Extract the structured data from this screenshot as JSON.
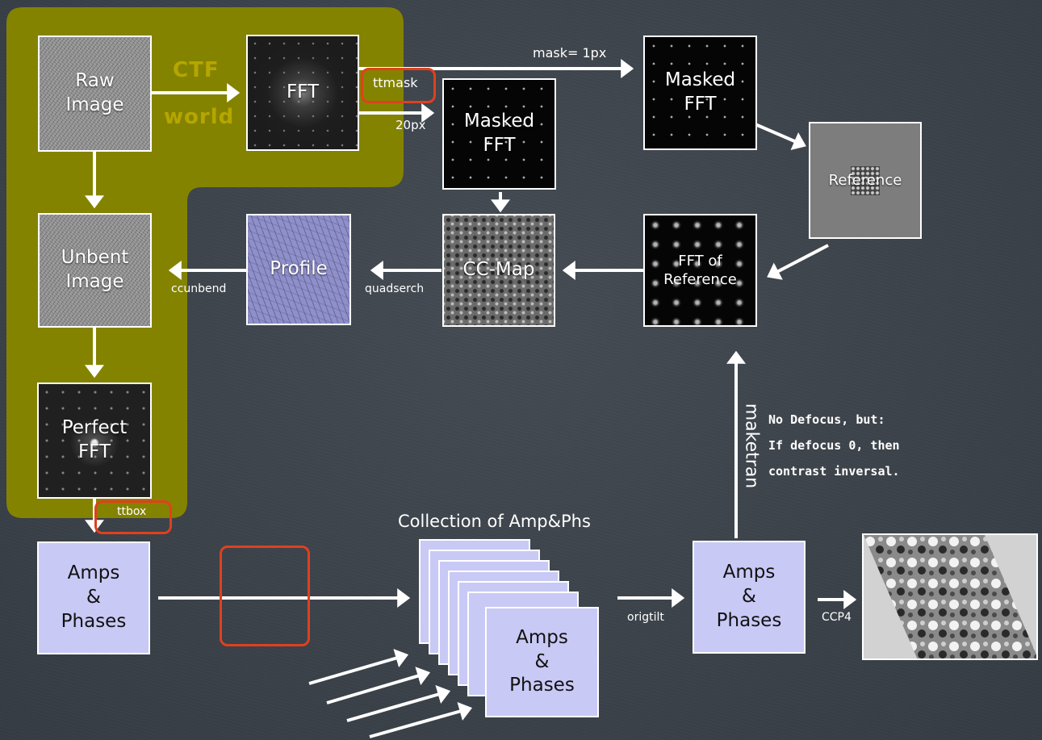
{
  "boxes": {
    "raw_image": "Raw\nImage",
    "fft": "FFT",
    "masked_fft_a": "Masked\nFFT",
    "masked_fft_b": "Masked\nFFT",
    "reference": "Reference",
    "unbent_image": "Unbent\nImage",
    "profile": "Profile",
    "cc_map": "CC-Map",
    "fft_of_reference": "FFT of\nReference",
    "perfect_fft": "Perfect\nFFT",
    "amps_phases_left": "Amps\n&\nPhases",
    "amps_phases_stack": "Amps\n&\nPhases",
    "amps_phases_right": "Amps\n&\nPhases"
  },
  "labels": {
    "ctf": "CTF",
    "world": "world",
    "ttmask": "ttmask",
    "mask_1px": "mask= 1px",
    "px20": "20px",
    "ccunbend": "ccunbend",
    "quadserch": "quadserch",
    "maketran": "maketran",
    "ttbox": "ttbox",
    "collection": "Collection of Amp&Phs",
    "origtilt": "origtilt",
    "ccp4": "CCP4"
  },
  "note": {
    "line1": "No Defocus, but:",
    "line2": "If defocus 0, then",
    "line3": "contrast inversal."
  },
  "colors": {
    "background": "#3d444c",
    "olive_region": "#848300",
    "ctf_text": "#b5a600",
    "amp_box": "#c9c9f6",
    "highlight_red": "#e0401e"
  }
}
